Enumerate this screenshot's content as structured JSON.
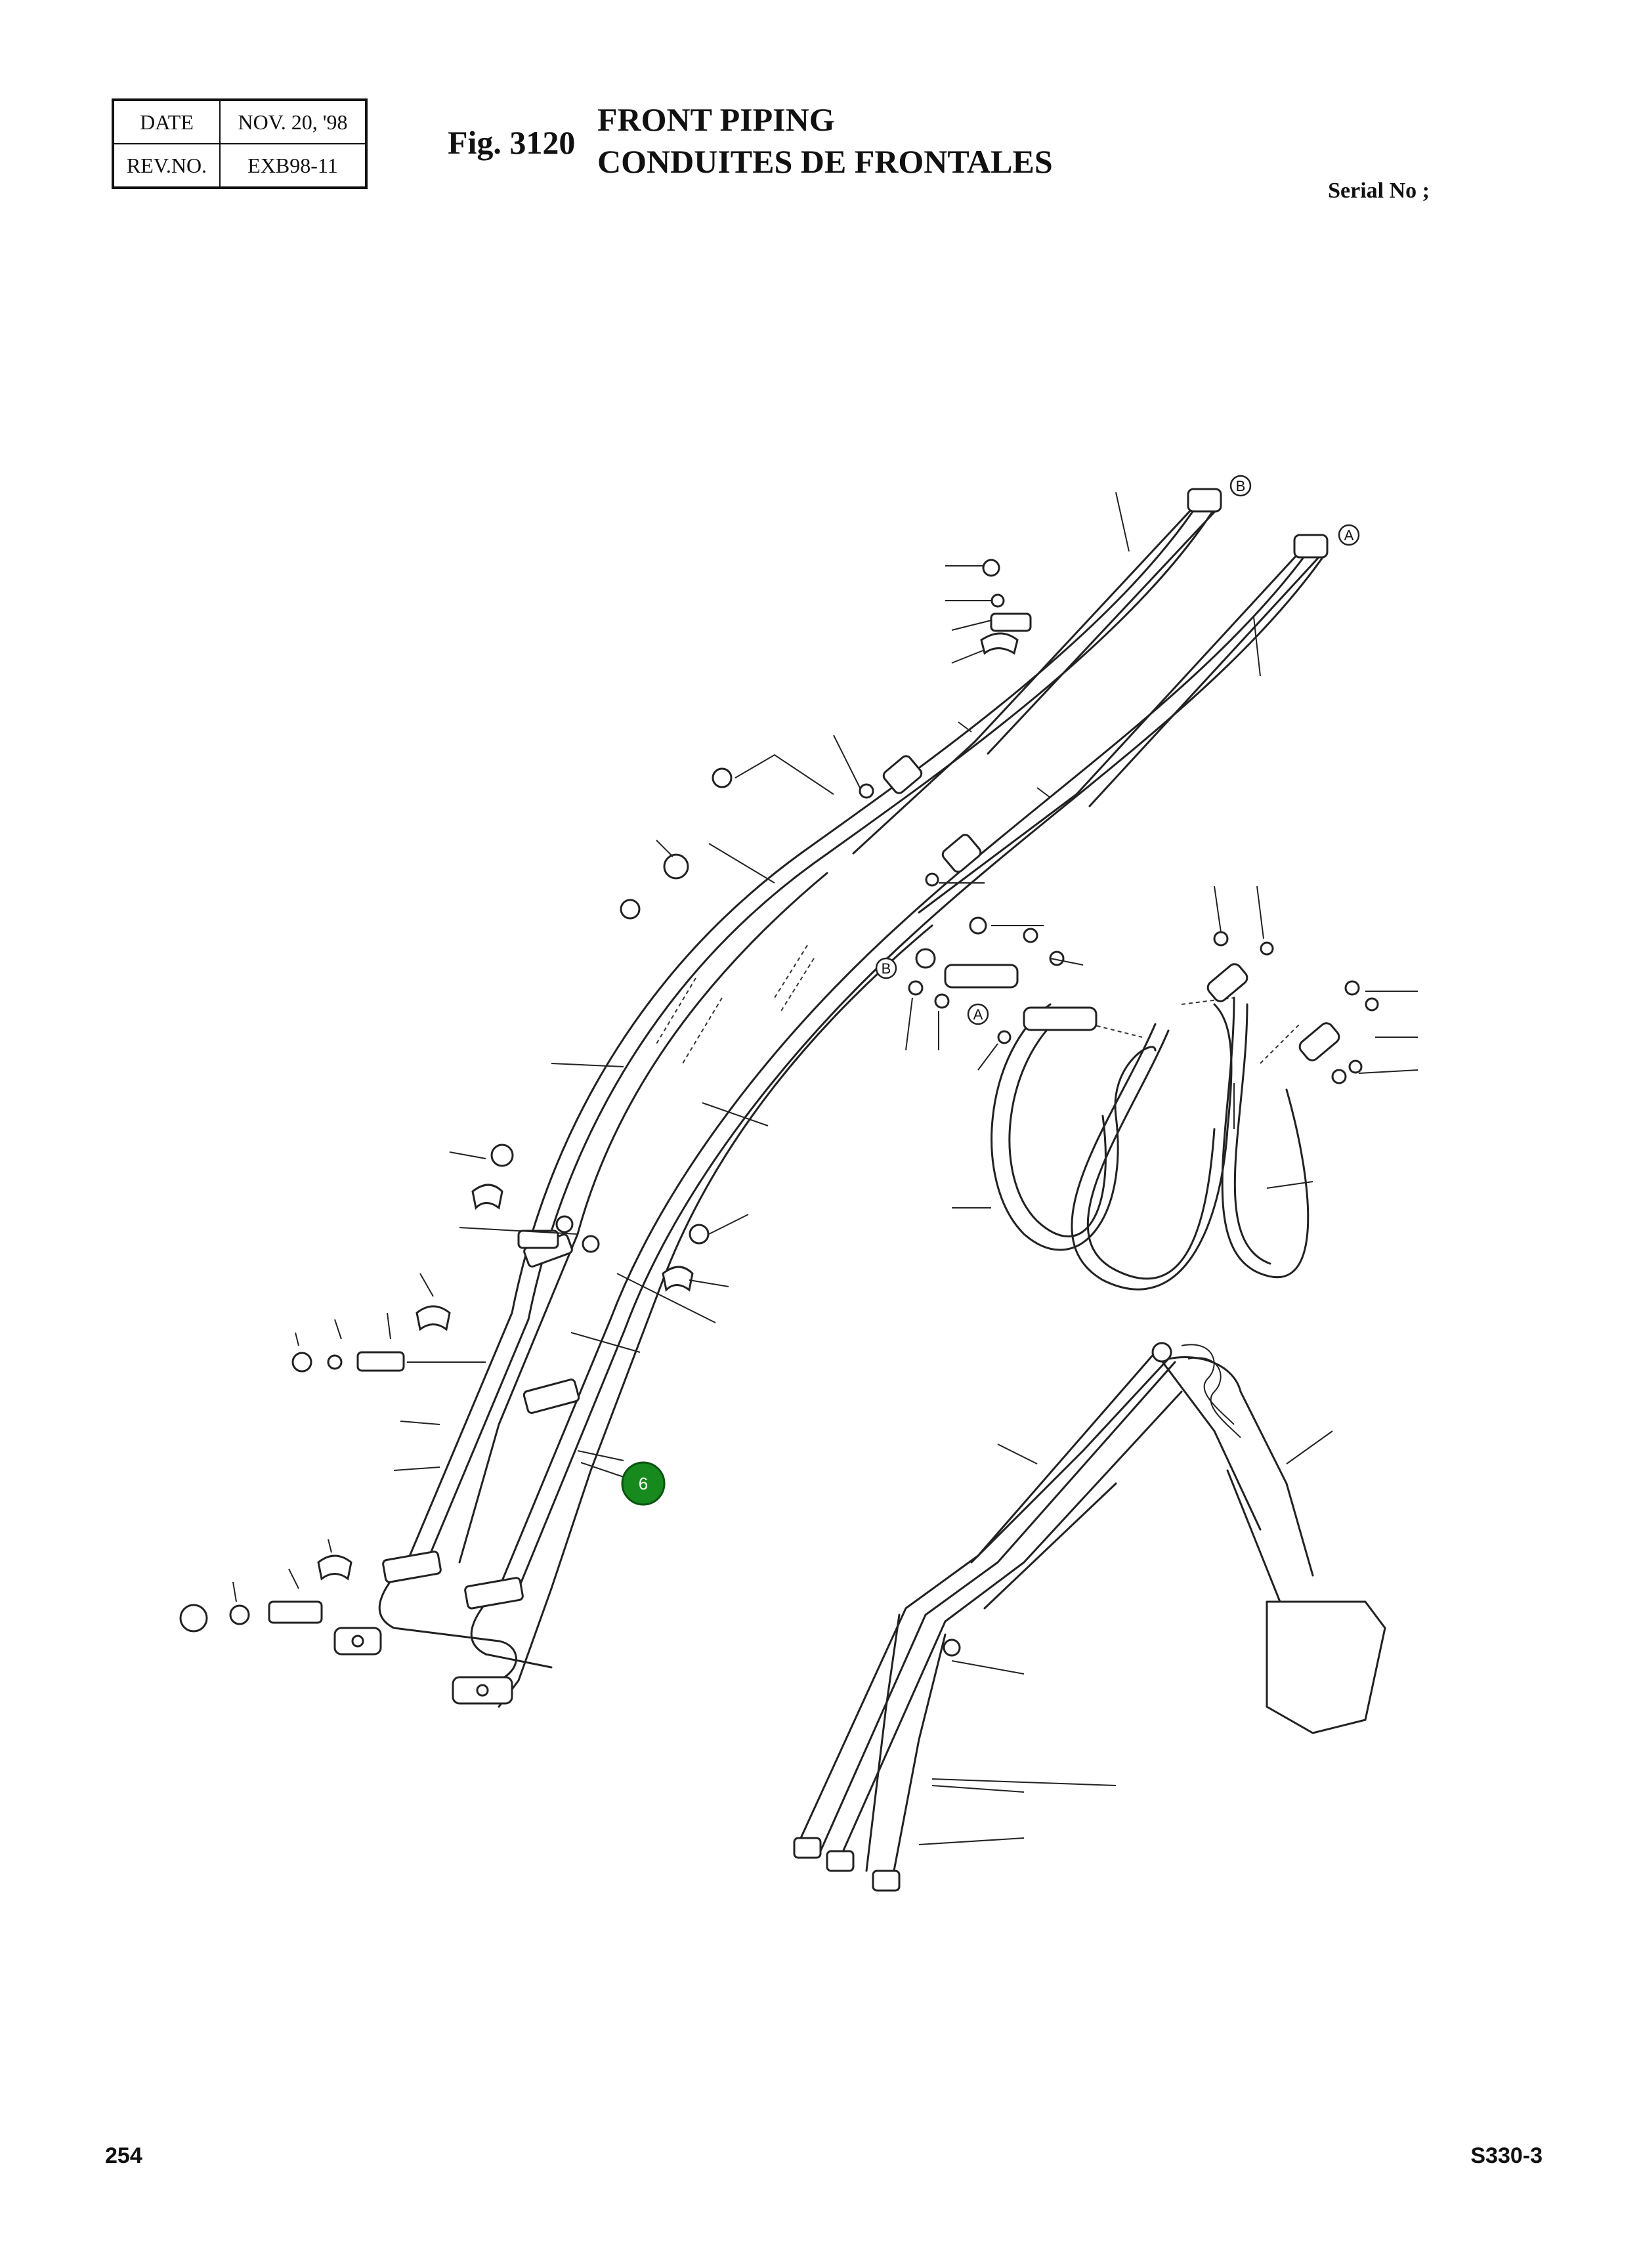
{
  "header": {
    "date_key": "DATE",
    "date_value": "NOV. 20, '98",
    "rev_key": "REV.NO.",
    "rev_value": "EXB98-11",
    "figure_number": "Fig. 3120",
    "title_en": "FRONT PIPING",
    "title_fr": "CONDUITES DE FRONTALES",
    "serial_label": "Serial No ;"
  },
  "drawing": {
    "callouts": [
      {
        "id": "callout-6",
        "label": "6",
        "color": "#178a1e"
      }
    ],
    "port_labels": [
      {
        "id": "port-b-top",
        "label": "B"
      },
      {
        "id": "port-a-top",
        "label": "A"
      },
      {
        "id": "port-b-mid",
        "label": "B"
      },
      {
        "id": "port-a-mid",
        "label": "A"
      }
    ]
  },
  "footer": {
    "page_number": "254",
    "model": "S330-3"
  }
}
